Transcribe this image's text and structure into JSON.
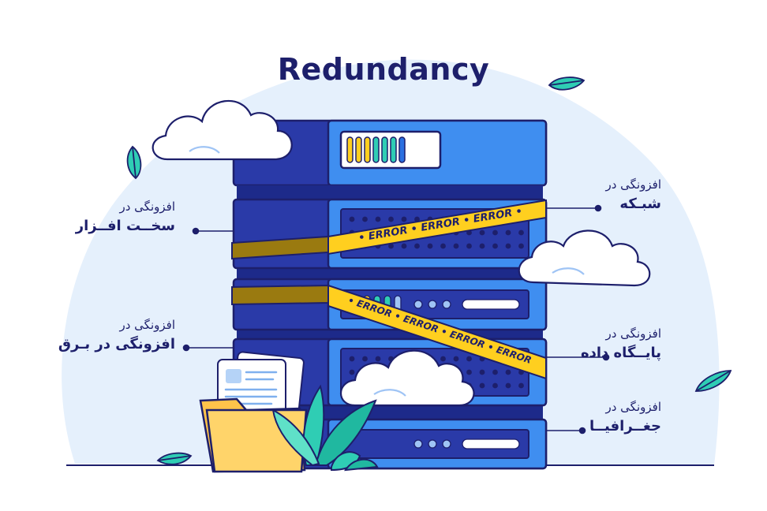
{
  "title": "Redundancy",
  "labels": {
    "network": {
      "sub": "افزونگی در",
      "main": "شبـکه"
    },
    "hardware": {
      "sub": "افزونگی در",
      "main": "سخــت افــزار"
    },
    "power": {
      "sub": "افزونگی در",
      "main": "افزونگی در بـرق"
    },
    "database": {
      "sub": "افزونگی در",
      "main": "پایــگاه داده"
    },
    "geography": {
      "sub": "افزونگی در",
      "main": "جغــرافیــا"
    }
  },
  "tape": {
    "top_text": "• ERROR • ERROR • ERROR •",
    "diag_text": "• ERROR • ERROR • ERROR • ERROR"
  },
  "colors": {
    "navy": "#1d1f6b",
    "server_blue": "#3f8ef0",
    "server_dark": "#2a3aa8",
    "tape_yellow": "#ffcf1f",
    "background_blob": "#e5f0fc",
    "leaf": "#2fcdb4",
    "folder": "#ffc34a"
  },
  "icons": [
    "cloud-icon",
    "leaf-icon",
    "folder-icon",
    "document-icon",
    "plant-icon",
    "server-rack-icon"
  ]
}
